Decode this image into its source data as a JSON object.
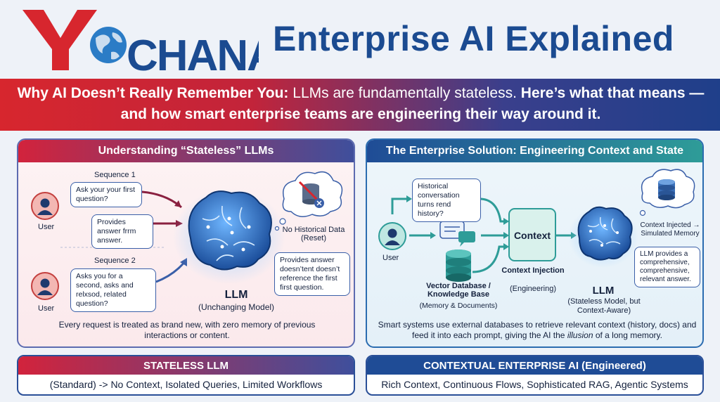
{
  "header": {
    "logo_text": "YOCHANA",
    "title": "Enterprise AI Explained"
  },
  "banner": {
    "lead": "Why AI Doesn’t Really Remember You:",
    "middle": " LLMs are fundamentally stateless. ",
    "tail": "Here’s what that means — and how smart enterprise teams are engineering their way around it."
  },
  "left": {
    "title": "Understanding “Stateless” LLMs",
    "seq1": "Sequence 1",
    "seq2": "Sequence 2",
    "q1": "Ask your your first question?",
    "a1": "Provides answer frrm answer.",
    "q2": "Asks you for a second, asks and relxsod, related question?",
    "user1": "User",
    "user2": "User",
    "no_history": "No Historical Data (Reset)",
    "reply": "Provides answer doesn’tent doesn’t reference the first first question.",
    "llm": "LLM",
    "llm_sub": "(Unchanging Model)",
    "caption": "Every request is treated as brand new, with zero memory of previous interactions or content.",
    "icons": {
      "brain": "brain-icon",
      "db": "database-crossed-icon",
      "user": "user-icon"
    }
  },
  "right": {
    "title": "The Enterprise Solution: Engineering Context and State",
    "history": "Historical conversation turns rend history?",
    "user": "User",
    "context": "Context",
    "context_inj": "Context Injection",
    "context_eng": "(Engineering)",
    "vdb": "Vector Database / Knowledge Base",
    "vdb_sub": "(Memory & Documents)",
    "injected": "Context Injected → Simulated Memory",
    "answer": "LLM provides a comprehensive, comprehensive, relevant answer.",
    "llm": "LLM",
    "llm_sub": "(Stateless Model, but Context-Aware)",
    "caption_pre": "Smart systems use external databases to retrieve relevant context (history, docs) and feed it into each prompt, giving the AI the ",
    "caption_em": "illusion",
    "caption_post": " of a long memory."
  },
  "footer": {
    "left_title": "STATELESS LLM",
    "left_body": "(Standard) -> No Context, Isolated Queries,  Limited Workflows",
    "right_title": "CONTEXTUAL ENTERPRISE AI (Engineered)",
    "right_body": "Rich Context,  Continuous Flows,  Sophisticated RAG,  Agentic Systems"
  },
  "colors": {
    "brand_blue": "#1b4b91",
    "brand_red": "#d7262e",
    "teal": "#2e9c98"
  }
}
